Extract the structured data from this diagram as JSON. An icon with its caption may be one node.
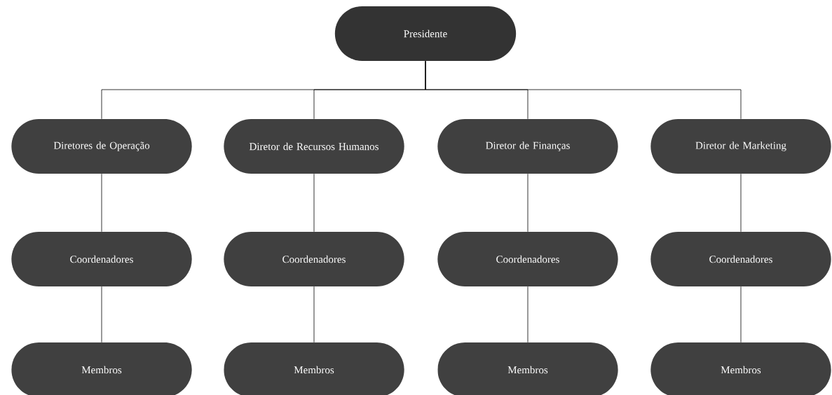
{
  "diagram": {
    "nodes": [
      {
        "text": [
          "Presidente"
        ]
      },
      {
        "text": [
          "Diretores de Operação"
        ]
      },
      {
        "text": [
          "Diretor de Recursos Humanos"
        ]
      },
      {
        "text": [
          "Diretor de Finanças"
        ]
      },
      {
        "text": [
          "Diretor de Marketing"
        ]
      },
      {
        "text": [
          "Coordenadores"
        ]
      },
      {
        "text": [
          "Coordenadores"
        ]
      },
      {
        "text": [
          "Coordenadores"
        ]
      },
      {
        "text": [
          "Coordenadores"
        ]
      },
      {
        "text": [
          "Membros"
        ]
      },
      {
        "text": [
          "Membros"
        ]
      },
      {
        "text": [
          "Membros"
        ]
      },
      {
        "text": [
          "Membros"
        ]
      }
    ],
    "edges": [
      {
        "from": 0,
        "to": 1,
        "arrow": "none"
      },
      {
        "from": 0,
        "to": 2,
        "arrow": "none"
      },
      {
        "from": 0,
        "to": 3,
        "arrow": "none"
      },
      {
        "from": 0,
        "to": 4,
        "arrow": "none"
      },
      {
        "from": 1,
        "to": 5,
        "arrow": "none"
      },
      {
        "from": 2,
        "to": 6,
        "arrow": "none"
      },
      {
        "from": 3,
        "to": 7,
        "arrow": "none"
      },
      {
        "from": 4,
        "to": 8,
        "arrow": "none"
      },
      {
        "from": 5,
        "to": 9,
        "arrow": "none"
      },
      {
        "from": 6,
        "to": 10,
        "arrow": "none"
      },
      {
        "from": 7,
        "to": 11,
        "arrow": "none"
      },
      {
        "from": 8,
        "to": 12,
        "arrow": "none"
      }
    ]
  }
}
